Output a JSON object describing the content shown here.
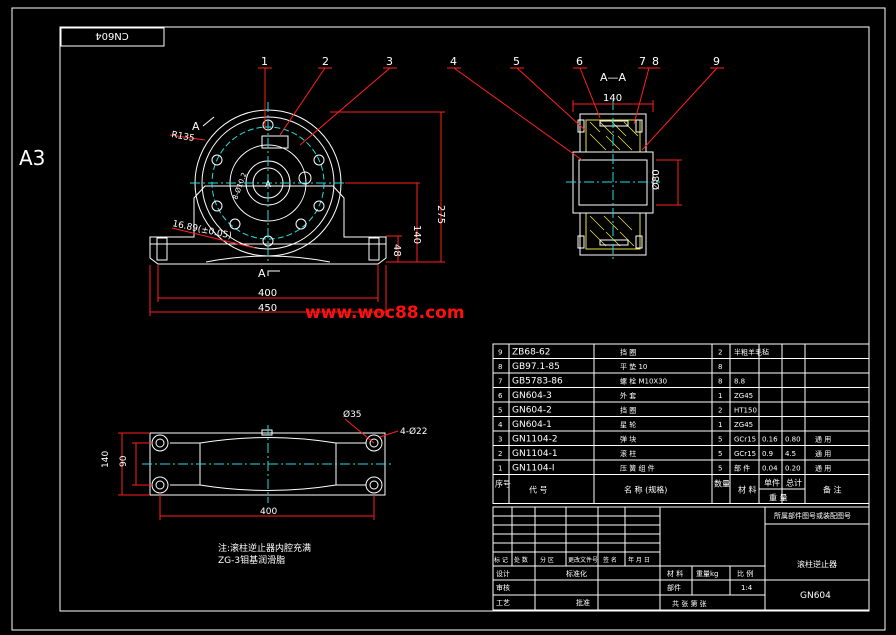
{
  "sheet": {
    "size_label": "A3",
    "drawing_number_mirrored": "CN604",
    "watermark": "www.woc88.com"
  },
  "colors": {
    "background": "#000000",
    "outline": "#ffffff",
    "dimension": "#ff2020",
    "centerline": "#20e0e0",
    "watermark": "#ff1010",
    "hatch": "#e8e040"
  },
  "front_view": {
    "balloons": [
      "1",
      "2",
      "3"
    ],
    "section_marks": [
      "A",
      "A"
    ],
    "dims": {
      "r135": "R135",
      "bore": "16.89(±0.05)",
      "rot": "8-Ø10.2",
      "w400": "400",
      "w450": "450",
      "h275": "275",
      "h140": "140",
      "h48": "48"
    }
  },
  "section_view": {
    "title": "A—A",
    "balloons": [
      "4",
      "5",
      "6",
      "7",
      "8",
      "9"
    ],
    "dims": {
      "w140": "140",
      "dia": "Ø80"
    }
  },
  "plan_view": {
    "dims": {
      "h140": "140",
      "h90": "90",
      "w400": "400",
      "d35": "Ø35",
      "holes": "4-Ø22"
    }
  },
  "note": {
    "line1": "注:滚柱逆止器内腔充满",
    "line2": "ZG-3钼基润滑脂"
  },
  "bom": {
    "rows": [
      {
        "no": "9",
        "code": "ZB68-62",
        "name": "挡    圈",
        "qty": "2",
        "material": "半粗羊毛毡",
        "unit_w": "",
        "total_w": "",
        "remark": ""
      },
      {
        "no": "8",
        "code": "GB97.1-85",
        "name": "平    垫    10",
        "qty": "8",
        "material": "",
        "unit_w": "",
        "total_w": "",
        "remark": ""
      },
      {
        "no": "7",
        "code": "GB5783-86",
        "name": "螺    栓  M10X30",
        "qty": "8",
        "material": "8.8",
        "unit_w": "",
        "total_w": "",
        "remark": ""
      },
      {
        "no": "6",
        "code": "GN604-3",
        "name": "外    套",
        "qty": "1",
        "material": "ZG45",
        "unit_w": "",
        "total_w": "",
        "remark": ""
      },
      {
        "no": "5",
        "code": "GN604-2",
        "name": "挡    圈",
        "qty": "2",
        "material": "HT150",
        "unit_w": "",
        "total_w": "",
        "remark": ""
      },
      {
        "no": "4",
        "code": "GN604-1",
        "name": "星    轮",
        "qty": "1",
        "material": "ZG45",
        "unit_w": "",
        "total_w": "",
        "remark": ""
      },
      {
        "no": "3",
        "code": "GN1104-2",
        "name": "弹    块",
        "qty": "5",
        "material": "GCr15",
        "unit_w": "0.16",
        "total_w": "0.80",
        "remark": "通    用"
      },
      {
        "no": "2",
        "code": "GN1104-1",
        "name": "滚    柱",
        "qty": "5",
        "material": "GCr15",
        "unit_w": "0.9",
        "total_w": "4.5",
        "remark": "通    用"
      },
      {
        "no": "1",
        "code": "GN1104-I",
        "name": "压  簧  组  件",
        "qty": "5",
        "material": "部    件",
        "unit_w": "0.04",
        "total_w": "0.20",
        "remark": "通    用"
      }
    ],
    "header": {
      "no": "序号",
      "code": "代        号",
      "name": "名 称 (规格)",
      "qty": "数量",
      "material": "材    料",
      "unit_w": "单件",
      "total_w": "总计",
      "weight": "重    量",
      "remark": "备    注"
    }
  },
  "title_block": {
    "ref_title": "所属部件图号或装配图号",
    "rev_headers": [
      "标 记",
      "处 数",
      "分  区",
      "更改文件号",
      "签  名",
      "年 月 日"
    ],
    "rows_left": [
      "设计",
      "审核",
      "工艺"
    ],
    "std": "标准化",
    "approve": "批准",
    "material_label": "材  料",
    "weight_label": "重量kg",
    "scale_label": "比  例",
    "part_label": "部件",
    "scale_value": "1:4",
    "sheets": "共    张    第    张",
    "name": "滚柱逆止器",
    "number": "GN604"
  }
}
